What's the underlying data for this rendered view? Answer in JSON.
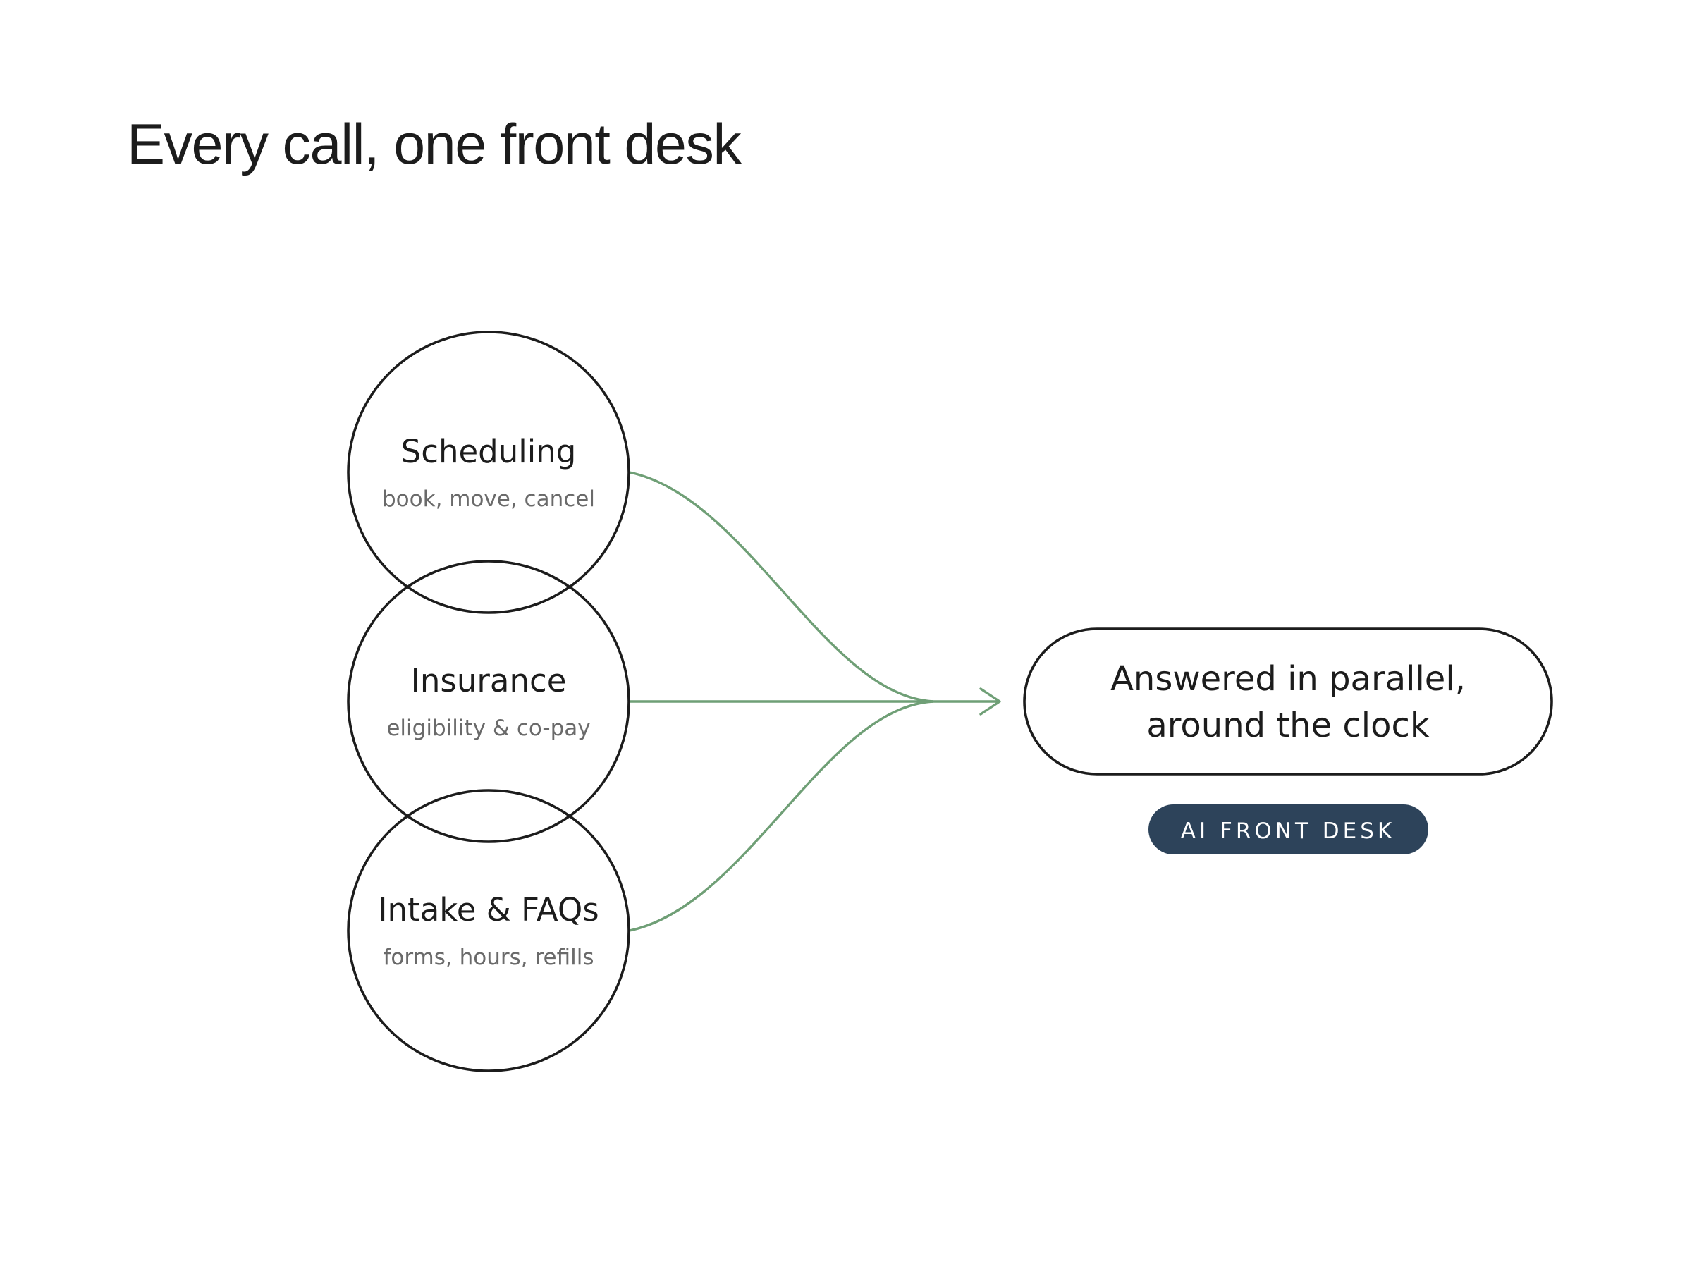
{
  "title": "Every call, one front desk",
  "colors": {
    "text": "#1c1c1c",
    "subtext": "#6a6a6a",
    "flow": "#6f9f76",
    "badge": "#2d435a",
    "badge_text": "#ffffff",
    "background": "#ffffff"
  },
  "sources": [
    {
      "label": "Scheduling",
      "sublabel": "book, move, cancel"
    },
    {
      "label": "Insurance",
      "sublabel": "eligibility & co-pay"
    },
    {
      "label": "Intake & FAQs",
      "sublabel": "forms, hours, refills"
    }
  ],
  "target": {
    "line1": "Answered in parallel,",
    "line2": "around the clock"
  },
  "badge": "AI FRONT DESK",
  "icons": [
    "arrow-right-icon"
  ]
}
